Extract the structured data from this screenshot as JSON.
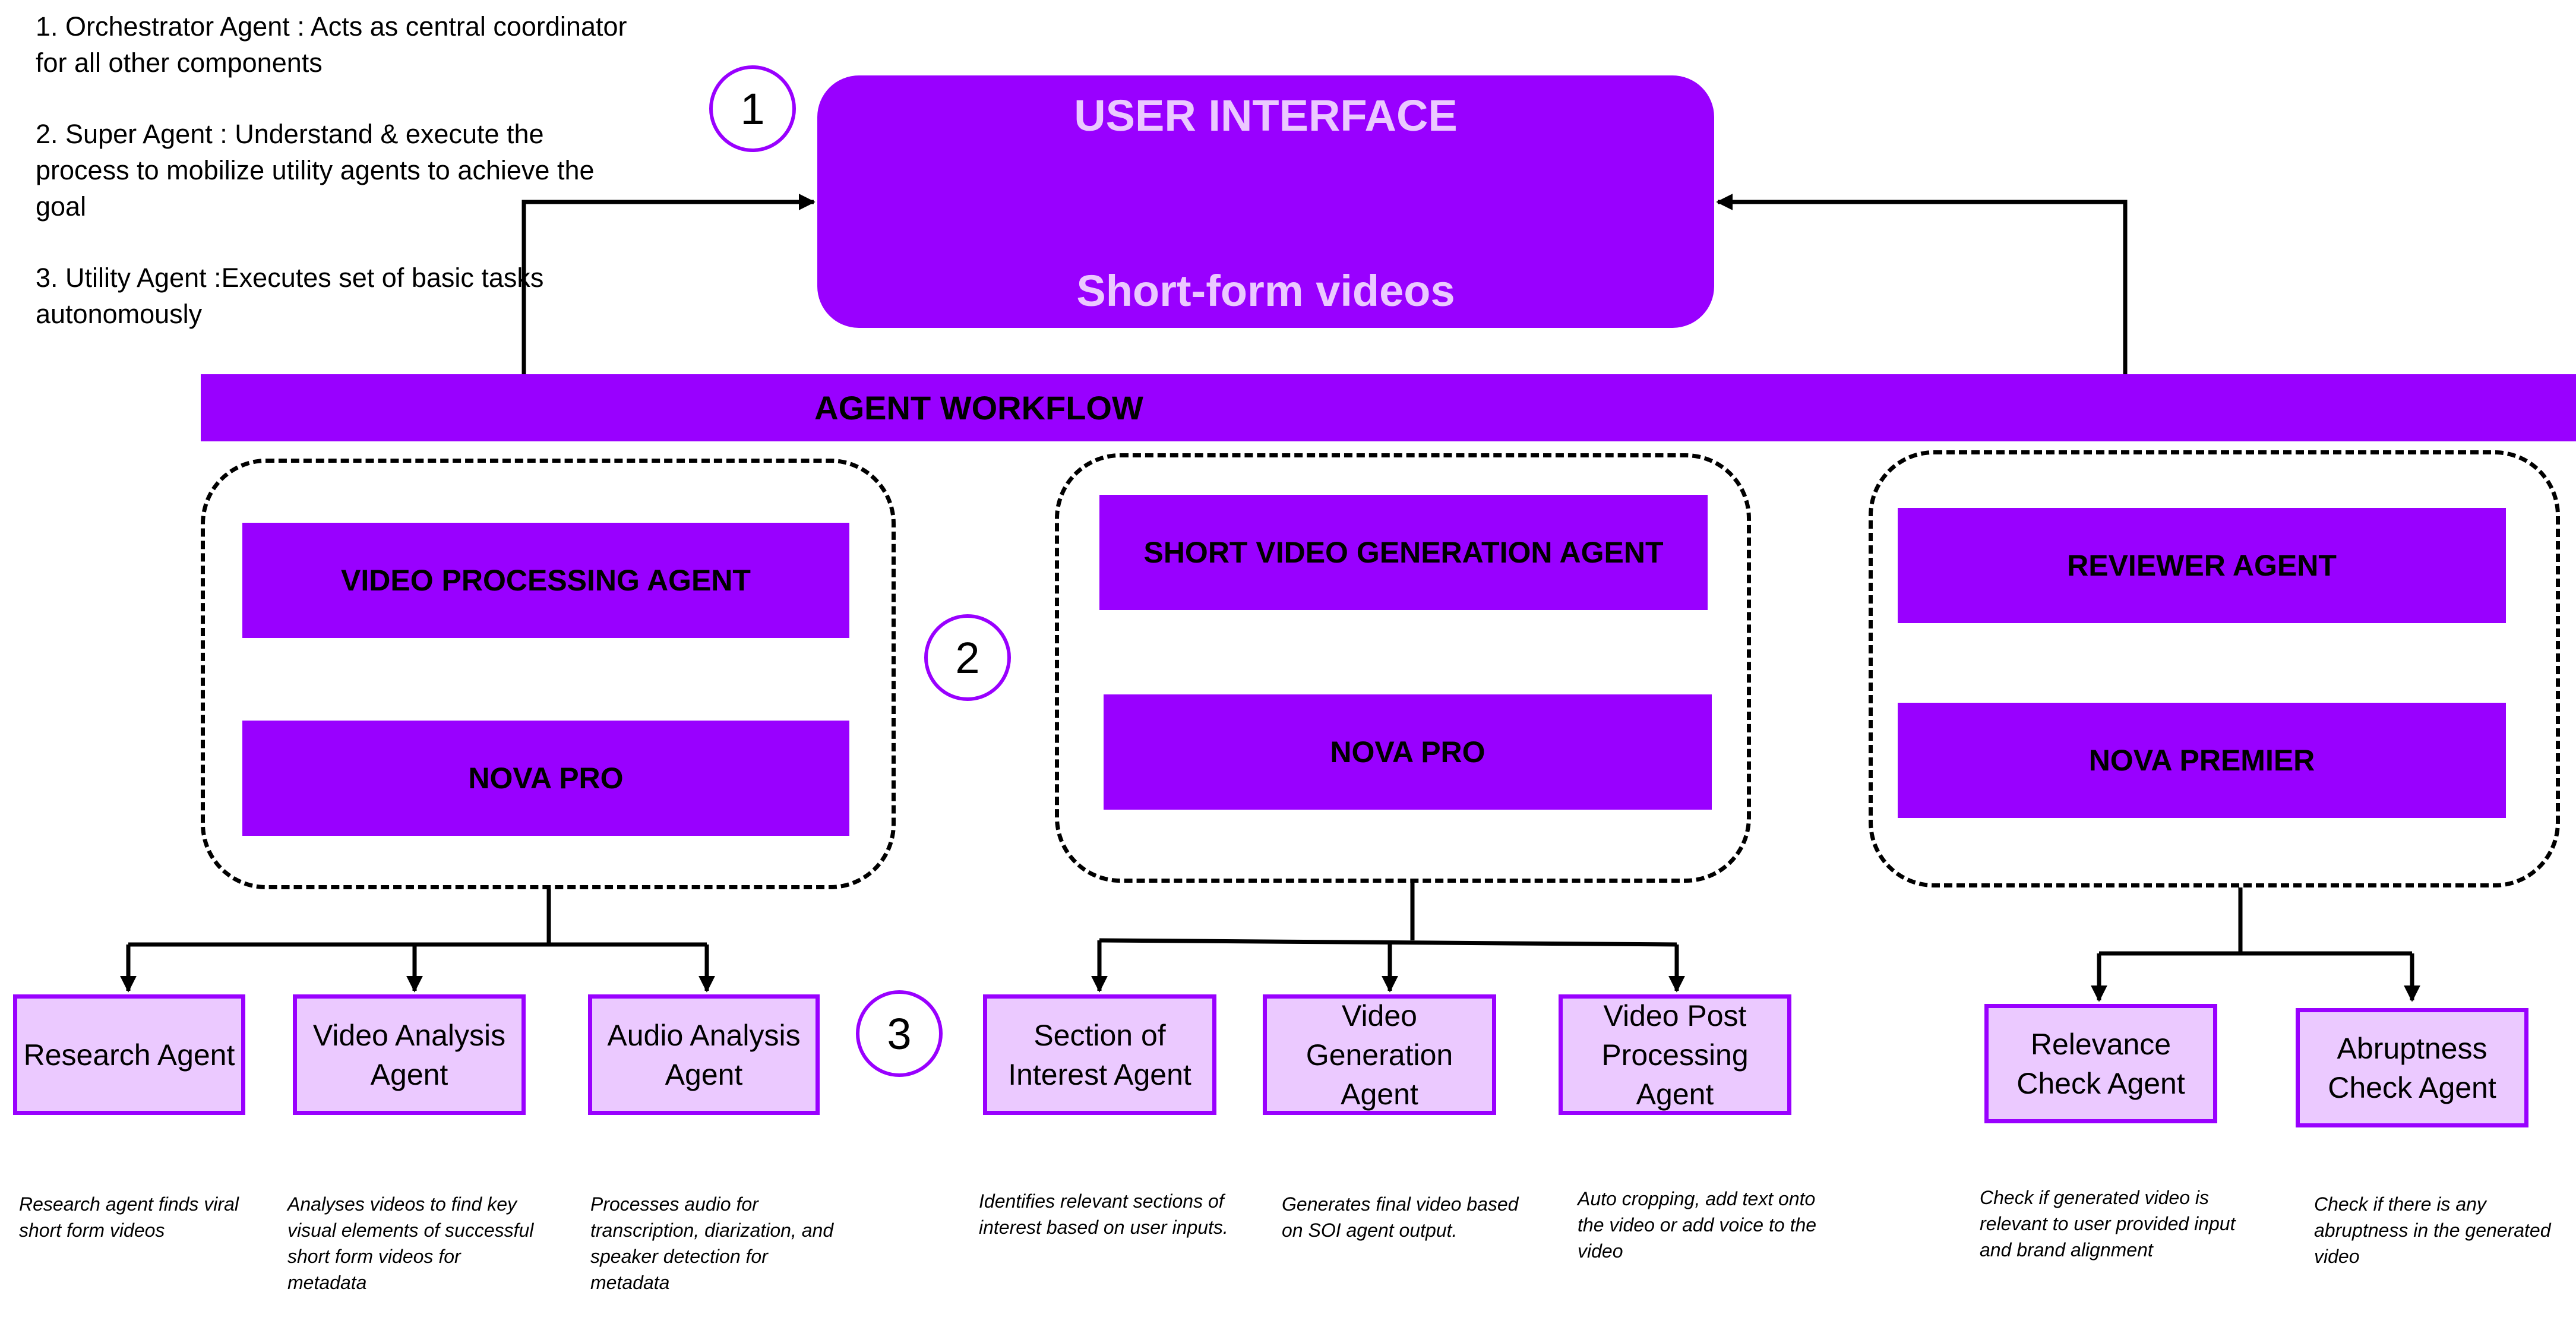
{
  "legend": {
    "items": [
      "1. Orchestrator Agent : Acts as central coordinator for all other components",
      "2. Super Agent : Understand & execute the process to mobilize utility agents to achieve the goal",
      "3. Utility Agent :Executes set of basic tasks autonomously"
    ]
  },
  "user_interface": {
    "title": "USER INTERFACE",
    "subtitle": "Short-form videos"
  },
  "workflow": {
    "label": "AGENT WORKFLOW"
  },
  "markers": [
    "1",
    "2",
    "3"
  ],
  "groups": [
    {
      "agent": "VIDEO PROCESSING AGENT",
      "model": "NOVA PRO"
    },
    {
      "agent": "SHORT VIDEO GENERATION AGENT",
      "model": "NOVA PRO"
    },
    {
      "agent": "REVIEWER AGENT",
      "model": "NOVA PREMIER"
    }
  ],
  "utility_agents": [
    {
      "label": "Research Agent",
      "description": "Research agent finds viral short form videos"
    },
    {
      "label": "Video Analysis Agent",
      "description": "Analyses videos to find key visual elements of successful short form videos for metadata"
    },
    {
      "label": "Audio Analysis Agent",
      "description": "Processes audio for transcription, diarization, and speaker detection for metadata"
    },
    {
      "label": "Section of Interest Agent",
      "description": "Identifies relevant sections of interest based on user inputs."
    },
    {
      "label": "Video Generation Agent",
      "description": "Generates final video based on SOI agent output."
    },
    {
      "label": "Video Post Processing Agent",
      "description": "Auto cropping, add text onto the video or add voice to the video"
    },
    {
      "label": "Relevance Check Agent",
      "description": "Check if generated video is relevant to user provided input and brand alignment"
    },
    {
      "label": "Abruptness Check Agent",
      "description": "Check if there is any abruptness in the generated video"
    }
  ],
  "colors": {
    "primary": "#9900FF",
    "light": "#EBC9FF",
    "line": "#000000"
  }
}
